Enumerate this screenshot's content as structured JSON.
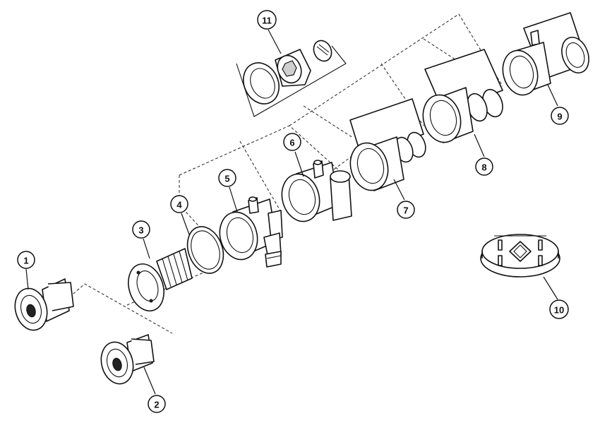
{
  "callouts": [
    {
      "id": "1",
      "label": "1"
    },
    {
      "id": "2",
      "label": "2"
    },
    {
      "id": "3",
      "label": "3"
    },
    {
      "id": "4",
      "label": "4"
    },
    {
      "id": "5",
      "label": "5"
    },
    {
      "id": "6",
      "label": "6"
    },
    {
      "id": "7",
      "label": "7"
    },
    {
      "id": "8",
      "label": "8"
    },
    {
      "id": "9",
      "label": "9"
    },
    {
      "id": "10",
      "label": "10"
    },
    {
      "id": "11",
      "label": "11"
    }
  ],
  "colors": {
    "line": "#111111",
    "background": "#ffffff"
  }
}
